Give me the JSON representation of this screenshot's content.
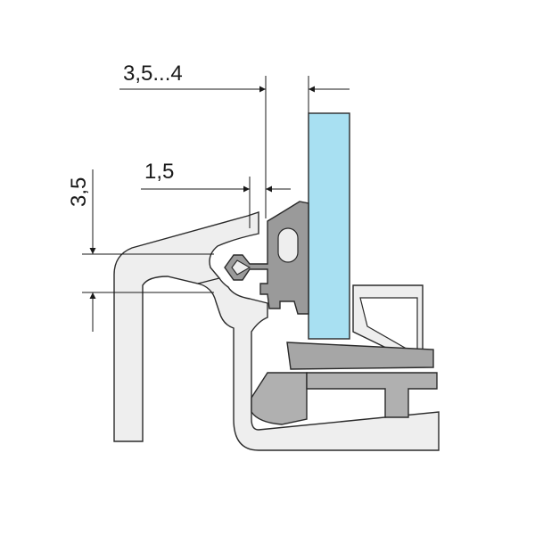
{
  "drawing": {
    "dimensions": {
      "glass_gap": "3,5...4",
      "seal_lip": "1,5",
      "vertical_height": "3,5"
    },
    "colors": {
      "background": "#ffffff",
      "profile_fill": "#eeeeee",
      "seal_fill": "#9a9a9a",
      "glass_fill": "#a8e0f2",
      "insert_fill": "#b0b0b0",
      "stroke": "#2a2a2a"
    }
  }
}
